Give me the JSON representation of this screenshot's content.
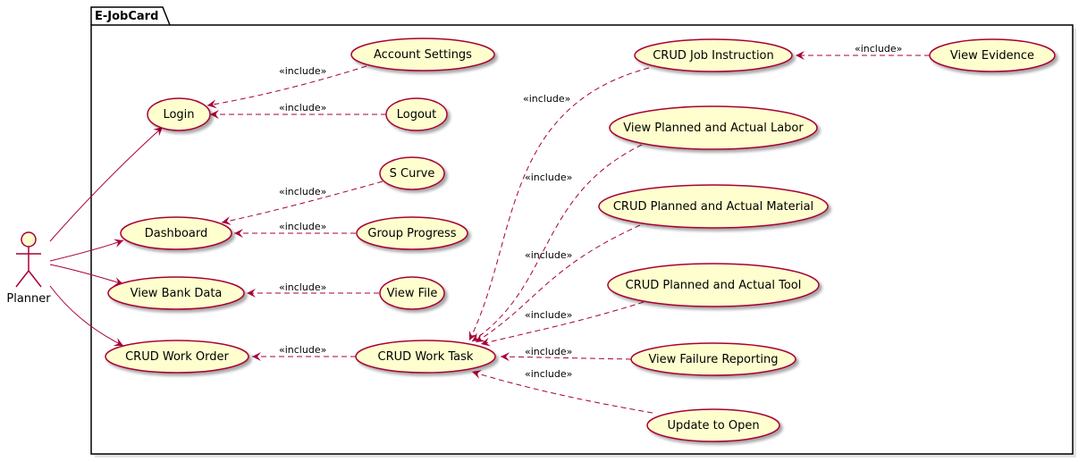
{
  "package": {
    "title": "E-JobCard"
  },
  "actor": {
    "name": "Planner"
  },
  "colors": {
    "usecase_fill": "#FEFECE",
    "line": "#A80036",
    "frame": "#000000",
    "shadow": "#C8C8C8"
  },
  "use_cases": {
    "account_settings": "Account Settings",
    "login": "Login",
    "logout": "Logout",
    "s_curve": "S Curve",
    "dashboard": "Dashboard",
    "group_progress": "Group Progress",
    "view_bank_data": "View Bank Data",
    "view_file": "View File",
    "crud_work_order": "CRUD Work Order",
    "crud_work_task": "CRUD Work Task",
    "crud_job_instruction": "CRUD Job Instruction",
    "view_evidence": "View Evidence",
    "view_planned_actual_labor": "View Planned and Actual Labor",
    "crud_planned_actual_material": "CRUD Planned and Actual Material",
    "crud_planned_actual_tool": "CRUD Planned and Actual Tool",
    "view_failure_reporting": "View Failure Reporting",
    "update_to_open": "Update to Open"
  },
  "include_label": "«include»"
}
